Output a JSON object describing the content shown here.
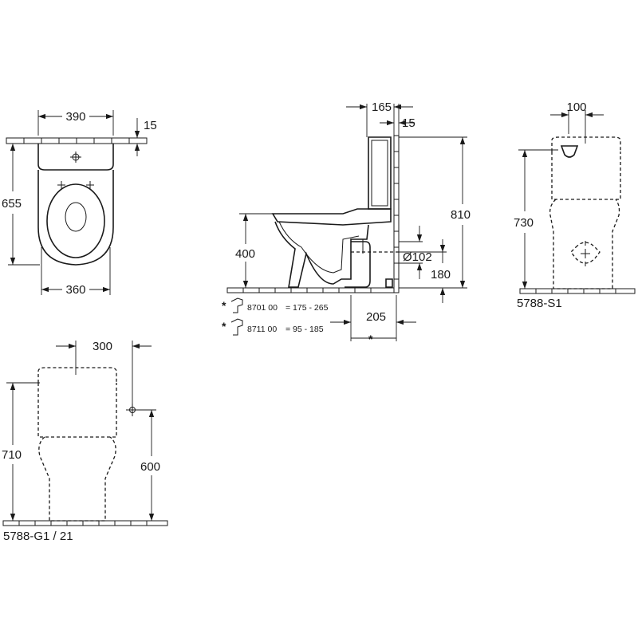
{
  "top_view": {
    "width_top": "390",
    "offset_top": "15",
    "depth": "655",
    "width_bottom": "360"
  },
  "side_view": {
    "cistern_depth": "165",
    "wall_gap": "15",
    "total_height": "810",
    "seat_height": "400",
    "outlet_diameter": "Ø102",
    "outlet_height": "180",
    "outlet_distance": "205",
    "footnote_star": "*",
    "footnote_star_bottom": "*",
    "variants": [
      {
        "code": "8701 00",
        "range": "= 175 -  265"
      },
      {
        "code": "8711 00",
        "range": "= 95 -  185"
      }
    ]
  },
  "front_view_s1": {
    "offset": "100",
    "height": "730",
    "model": "5788-S1"
  },
  "front_view_g1": {
    "offset": "300",
    "height": "710",
    "inlet_height": "600",
    "model": "5788-G1 / 21"
  }
}
